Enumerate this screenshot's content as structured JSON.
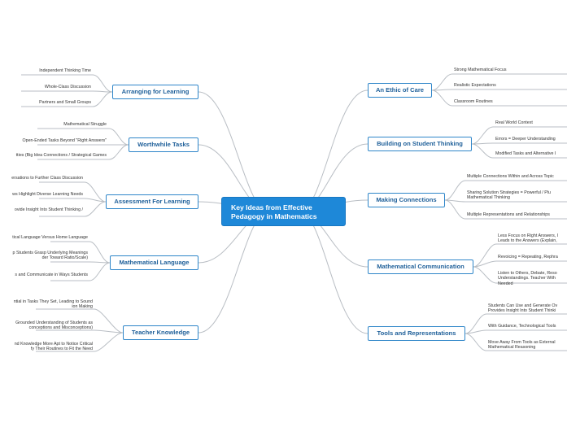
{
  "central": {
    "line1": "Key Ideas from Effective",
    "line2": "Pedagogy in Mathematics"
  },
  "left": [
    {
      "label": "Arranging for Learning",
      "items": [
        [
          "Independent Thinking Time"
        ],
        [
          "Whole-Class Discussion"
        ],
        [
          "Partners and Small Groups"
        ]
      ]
    },
    {
      "label": "Worthwhile Tasks",
      "items": [
        [
          "Mathematical Struggle"
        ],
        [
          "Open-Ended Tasks Beyond \"Right Answers\""
        ],
        [
          "tties (Big Idea Connections / Strategical Games"
        ]
      ]
    },
    {
      "label": "Assessment For Learning",
      "items": [
        [
          "ersations to Further Class Discussion"
        ],
        [
          "ws Highlight Diverse Learning Needs"
        ],
        [
          "ovide Insight Into Student Thinking /"
        ]
      ]
    },
    {
      "label": "Mathematical Language",
      "items": [
        [
          "tical Language Versus Home Language"
        ],
        [
          "p Students Grasp Underlying Meanings",
          "der Toward Ratio/Scale)"
        ],
        [
          "s and Communicate in Ways Students"
        ]
      ]
    },
    {
      "label": "Teacher Knowledge",
      "items": [
        [
          "ntial in Tasks They Set, Leading to Sound",
          "ion Making"
        ],
        [
          "Grounded Understanding of Students as",
          "conceptions and Misconceptions)"
        ],
        [
          "nd Knowledge More Apt to Notice Critical",
          "fy Their Routines to Fit the Need"
        ]
      ]
    }
  ],
  "right": [
    {
      "label": "An Ethic of Care",
      "items": [
        [
          "Strong Mathematical Focus"
        ],
        [
          "Realistic Expectations"
        ],
        [
          "Classroom Routines"
        ]
      ]
    },
    {
      "label": "Building on Student Thinking",
      "items": [
        [
          "Real World Context"
        ],
        [
          "Errors = Deeper Understanding"
        ],
        [
          "Modified Tasks and Alternative I"
        ]
      ]
    },
    {
      "label": "Making Connections",
      "items": [
        [
          "Multiple Connections Within and Across Topic"
        ],
        [
          "Sharing Solution Strategies = Powerful / Plu",
          "Mathematical Thinking"
        ],
        [
          "Multiple Representations and Relationships"
        ]
      ]
    },
    {
      "label": "Mathematical Communication",
      "items": [
        [
          "Less Focus on Right Answers, I",
          "Leads to the Answers (Explain,"
        ],
        [
          "Revoicing = Repeating, Rephra"
        ],
        [
          "Listen to Others, Debate, Reso",
          "Understandings. Teacher With",
          "Needed"
        ]
      ]
    },
    {
      "label": "Tools and Representations",
      "items": [
        [
          "Students Can Use and Generate Ov",
          "Provides Insight Into Student Thinki"
        ],
        [
          "With Guidance, Technological Tools"
        ],
        [
          "Move Away From Tools as External",
          "Mathematical Reasoning"
        ]
      ]
    }
  ]
}
